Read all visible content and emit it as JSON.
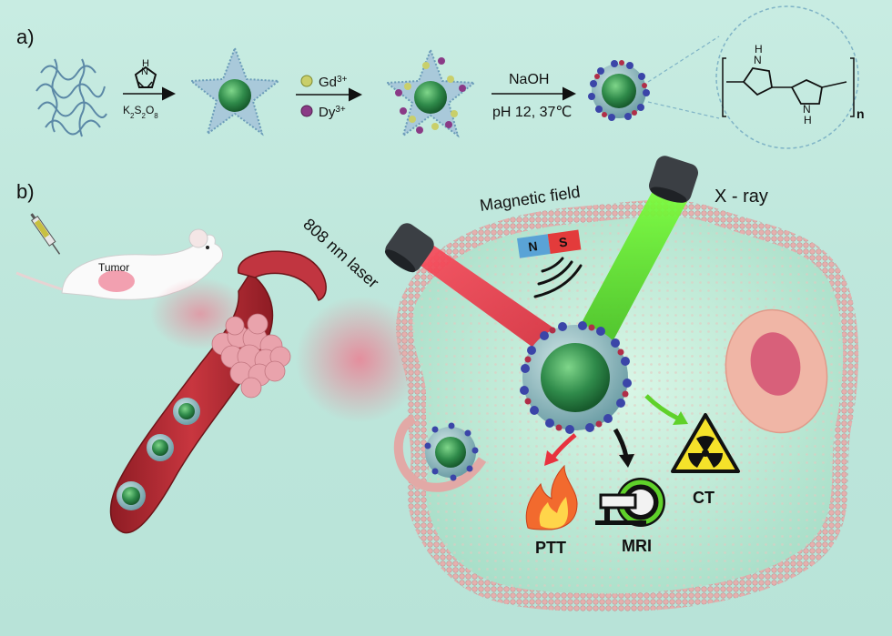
{
  "panel_a": {
    "label": "a)",
    "pyrrole_nh": "H",
    "pyrrole_n": "N",
    "oxidant_k": "K",
    "oxidant_sub2": "2",
    "oxidant_s": "S",
    "oxidant_sub2b": "2",
    "oxidant_o": "O",
    "oxidant_sub8": "8",
    "ion1_text": "Gd",
    "ion1_charge": "3+",
    "ion2_text": "Dy",
    "ion2_charge": "3+",
    "condition1": "NaOH",
    "condition2": "pH 12, 37℃",
    "polymer_n": "n",
    "polymer_nh_top": "H",
    "polymer_n_top": "N",
    "polymer_n_bottom": "N",
    "polymer_nh_bottom": "H"
  },
  "panel_b": {
    "label": "b)",
    "tumor_label": "Tumor",
    "laser_label": "808 nm laser",
    "magnetic_label": "Magnetic field",
    "magnet_n": "N",
    "magnet_s": "S",
    "xray_label": "X - ray",
    "ptt_label": "PTT",
    "mri_label": "MRI",
    "ct_label": "CT"
  },
  "colors": {
    "background": "#c4eadf",
    "nanoparticle_core": "#2f8a4a",
    "membrane": "#e8b7b5",
    "vessel": "#b3262f",
    "laser_beam": "#e8323f",
    "xray_beam": "#5fd12a",
    "gd_dot": "#c9cf6a",
    "dy_dot": "#8a3a86",
    "polymer_dot": "#3b45a8"
  }
}
